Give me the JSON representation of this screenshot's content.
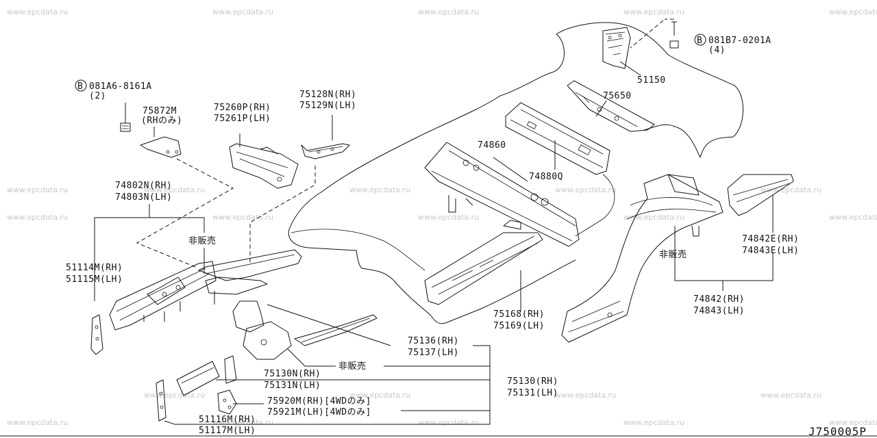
{
  "diagram": {
    "code": "J750005P",
    "watermark": "www.epcdata.ru",
    "colors": {
      "line": "#111111",
      "watermark": "#c8c8c8",
      "background": "#ffffff"
    },
    "labels": {
      "bolt_b_left": "081A6-8161A",
      "bolt_b_left_qty": "(2)",
      "p75872m": "75872M",
      "p75872m_note": "(RHのみ)",
      "p75260p": "75260P(RH)",
      "p75261p": "75261P(LH)",
      "p75128n": "75128N(RH)",
      "p75129n": "75129N(LH)",
      "p74802n": "74802N(RH)",
      "p74803n": "74803N(LH)",
      "not_for_sale_1": "非販売",
      "p51114m": "51114M(RH)",
      "p51115m": "51115M(LH)",
      "bolt_b_right": "081B7-0201A",
      "bolt_b_right_qty": "(4)",
      "p51150": "51150",
      "p75650": "75650",
      "p74860": "74860",
      "p74880q": "74880Q",
      "p74842e": "74842E(RH)",
      "p74843e": "74843E(LH)",
      "not_for_sale_2": "非販売",
      "p74842": "74842(RH)",
      "p74843": "74843(LH)",
      "p75168": "75168(RH)",
      "p75169": "75169(LH)",
      "p75136": "75136(RH)",
      "p75137": "75137(LH)",
      "not_for_sale_3": "非販売",
      "p75130n": "75130N(RH)",
      "p75131n": "75131N(LH)",
      "p75130": "75130(RH)",
      "p75131": "75131(LH)",
      "p75920m": "75920M(RH)[4WDのみ]",
      "p75921m": "75921M(LH)[4WDのみ]",
      "p51116m": "51116M(RH)",
      "p51117m": "51117M(LH)",
      "b_symbol": "B"
    }
  }
}
